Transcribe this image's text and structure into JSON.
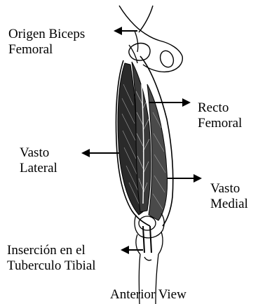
{
  "labels": {
    "origin": [
      "Origen Biceps",
      "Femoral"
    ],
    "recto": [
      "Recto",
      "Femoral"
    ],
    "vasto_lateral": [
      "Vasto",
      "Lateral"
    ],
    "vasto_medial": [
      "Vasto",
      "Medial"
    ],
    "insertion": [
      "Inserción en el",
      "Tuberculo Tibial"
    ]
  },
  "caption": "Anterior View",
  "colors": {
    "ink": "#000000",
    "background": "#ffffff"
  }
}
